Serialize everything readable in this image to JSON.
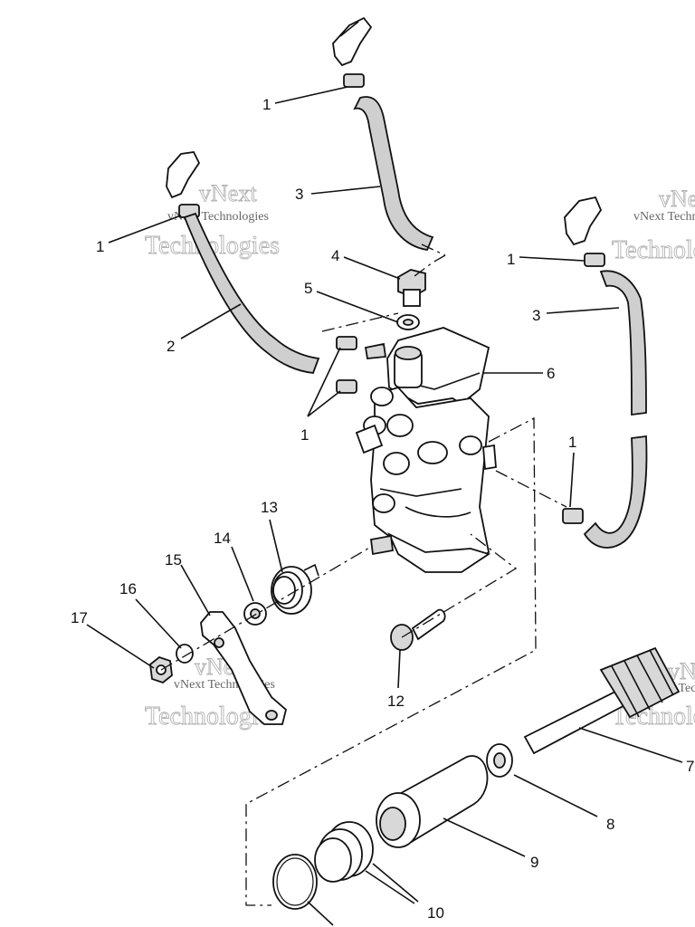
{
  "watermark": {
    "line1": "vNext",
    "line2": "Technologies",
    "caption": "vNext Technologies"
  },
  "callouts": [
    {
      "id": "c1a",
      "text": "1"
    },
    {
      "id": "c3a",
      "text": "3"
    },
    {
      "id": "c1b",
      "text": "1"
    },
    {
      "id": "c2",
      "text": "2"
    },
    {
      "id": "c4",
      "text": "4"
    },
    {
      "id": "c5",
      "text": "5"
    },
    {
      "id": "c1c",
      "text": "1"
    },
    {
      "id": "c3b",
      "text": "3"
    },
    {
      "id": "c6",
      "text": "6"
    },
    {
      "id": "c1d",
      "text": "1"
    },
    {
      "id": "c1e",
      "text": "1"
    },
    {
      "id": "c13",
      "text": "13"
    },
    {
      "id": "c14",
      "text": "14"
    },
    {
      "id": "c15",
      "text": "15"
    },
    {
      "id": "c16",
      "text": "16"
    },
    {
      "id": "c17",
      "text": "17"
    },
    {
      "id": "c12",
      "text": "12"
    },
    {
      "id": "c7",
      "text": "7"
    },
    {
      "id": "c8",
      "text": "8"
    },
    {
      "id": "c9",
      "text": "9"
    },
    {
      "id": "c10",
      "text": "10"
    }
  ]
}
